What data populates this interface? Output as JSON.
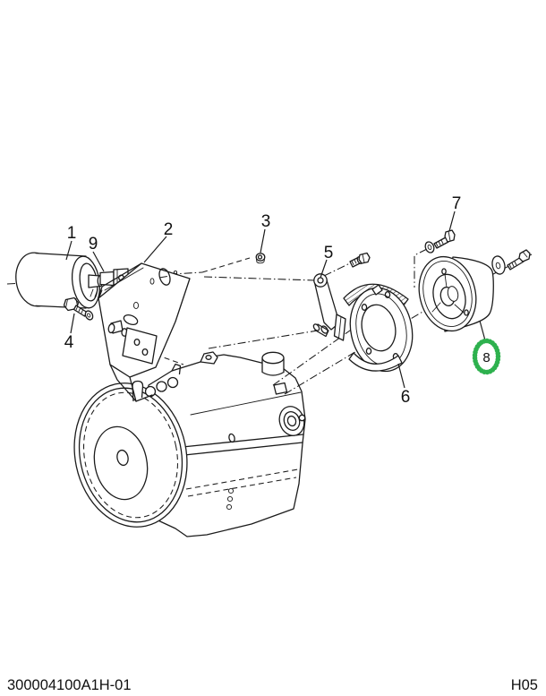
{
  "page": {
    "background_color": "#ffffff",
    "line_color": "#1b1b1b",
    "kind": "exploded-parts-diagram"
  },
  "callouts": [
    {
      "label": "1"
    },
    {
      "label": "2"
    },
    {
      "label": "3"
    },
    {
      "label": "4"
    },
    {
      "label": "5"
    },
    {
      "label": "6"
    },
    {
      "label": "7"
    },
    {
      "label": "8"
    },
    {
      "label": "9"
    }
  ],
  "highlight": {
    "target_label": "8",
    "color": "#2eb14e",
    "shape": "hand-drawn-ellipse"
  },
  "footer": {
    "document_code": "300004100A1H-01",
    "page_code": "H05"
  }
}
